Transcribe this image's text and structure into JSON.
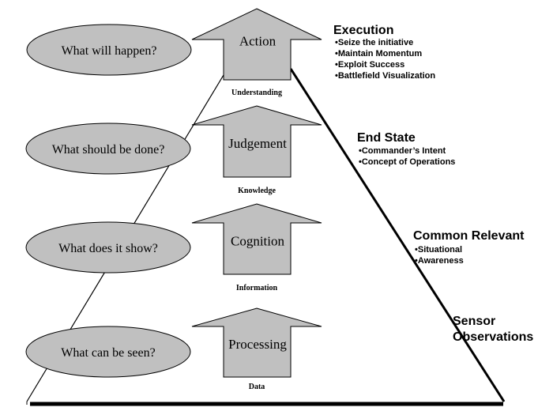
{
  "stages": [
    {
      "question": "What will happen?",
      "arrow_label": "Action",
      "level_label": "Understanding",
      "heading_lines": [
        "Execution"
      ],
      "bullets": [
        "•Seize the initiative",
        "•Maintain Momentum",
        "•Exploit Success",
        "•Battlefield Visualization"
      ]
    },
    {
      "question": "What should be done?",
      "arrow_label": "Judgement",
      "level_label": "Knowledge",
      "heading_lines": [
        "End State"
      ],
      "bullets": [
        "•Commander’s Intent",
        "•Concept of Operations"
      ]
    },
    {
      "question": "What does it show?",
      "arrow_label": "Cognition",
      "level_label": "Information",
      "heading_lines": [
        "Common Relevant"
      ],
      "bullets": [
        "•Situational",
        "•Awareness"
      ]
    },
    {
      "question": "What can be seen?",
      "arrow_label": "Processing",
      "level_label": "Data",
      "heading_lines": [
        "Sensor",
        "Observations"
      ],
      "bullets": []
    }
  ],
  "colors": {
    "ellipse_fill": "#c0c0c0",
    "arrow_fill": "#c0c0c0",
    "stroke": "#000000"
  }
}
